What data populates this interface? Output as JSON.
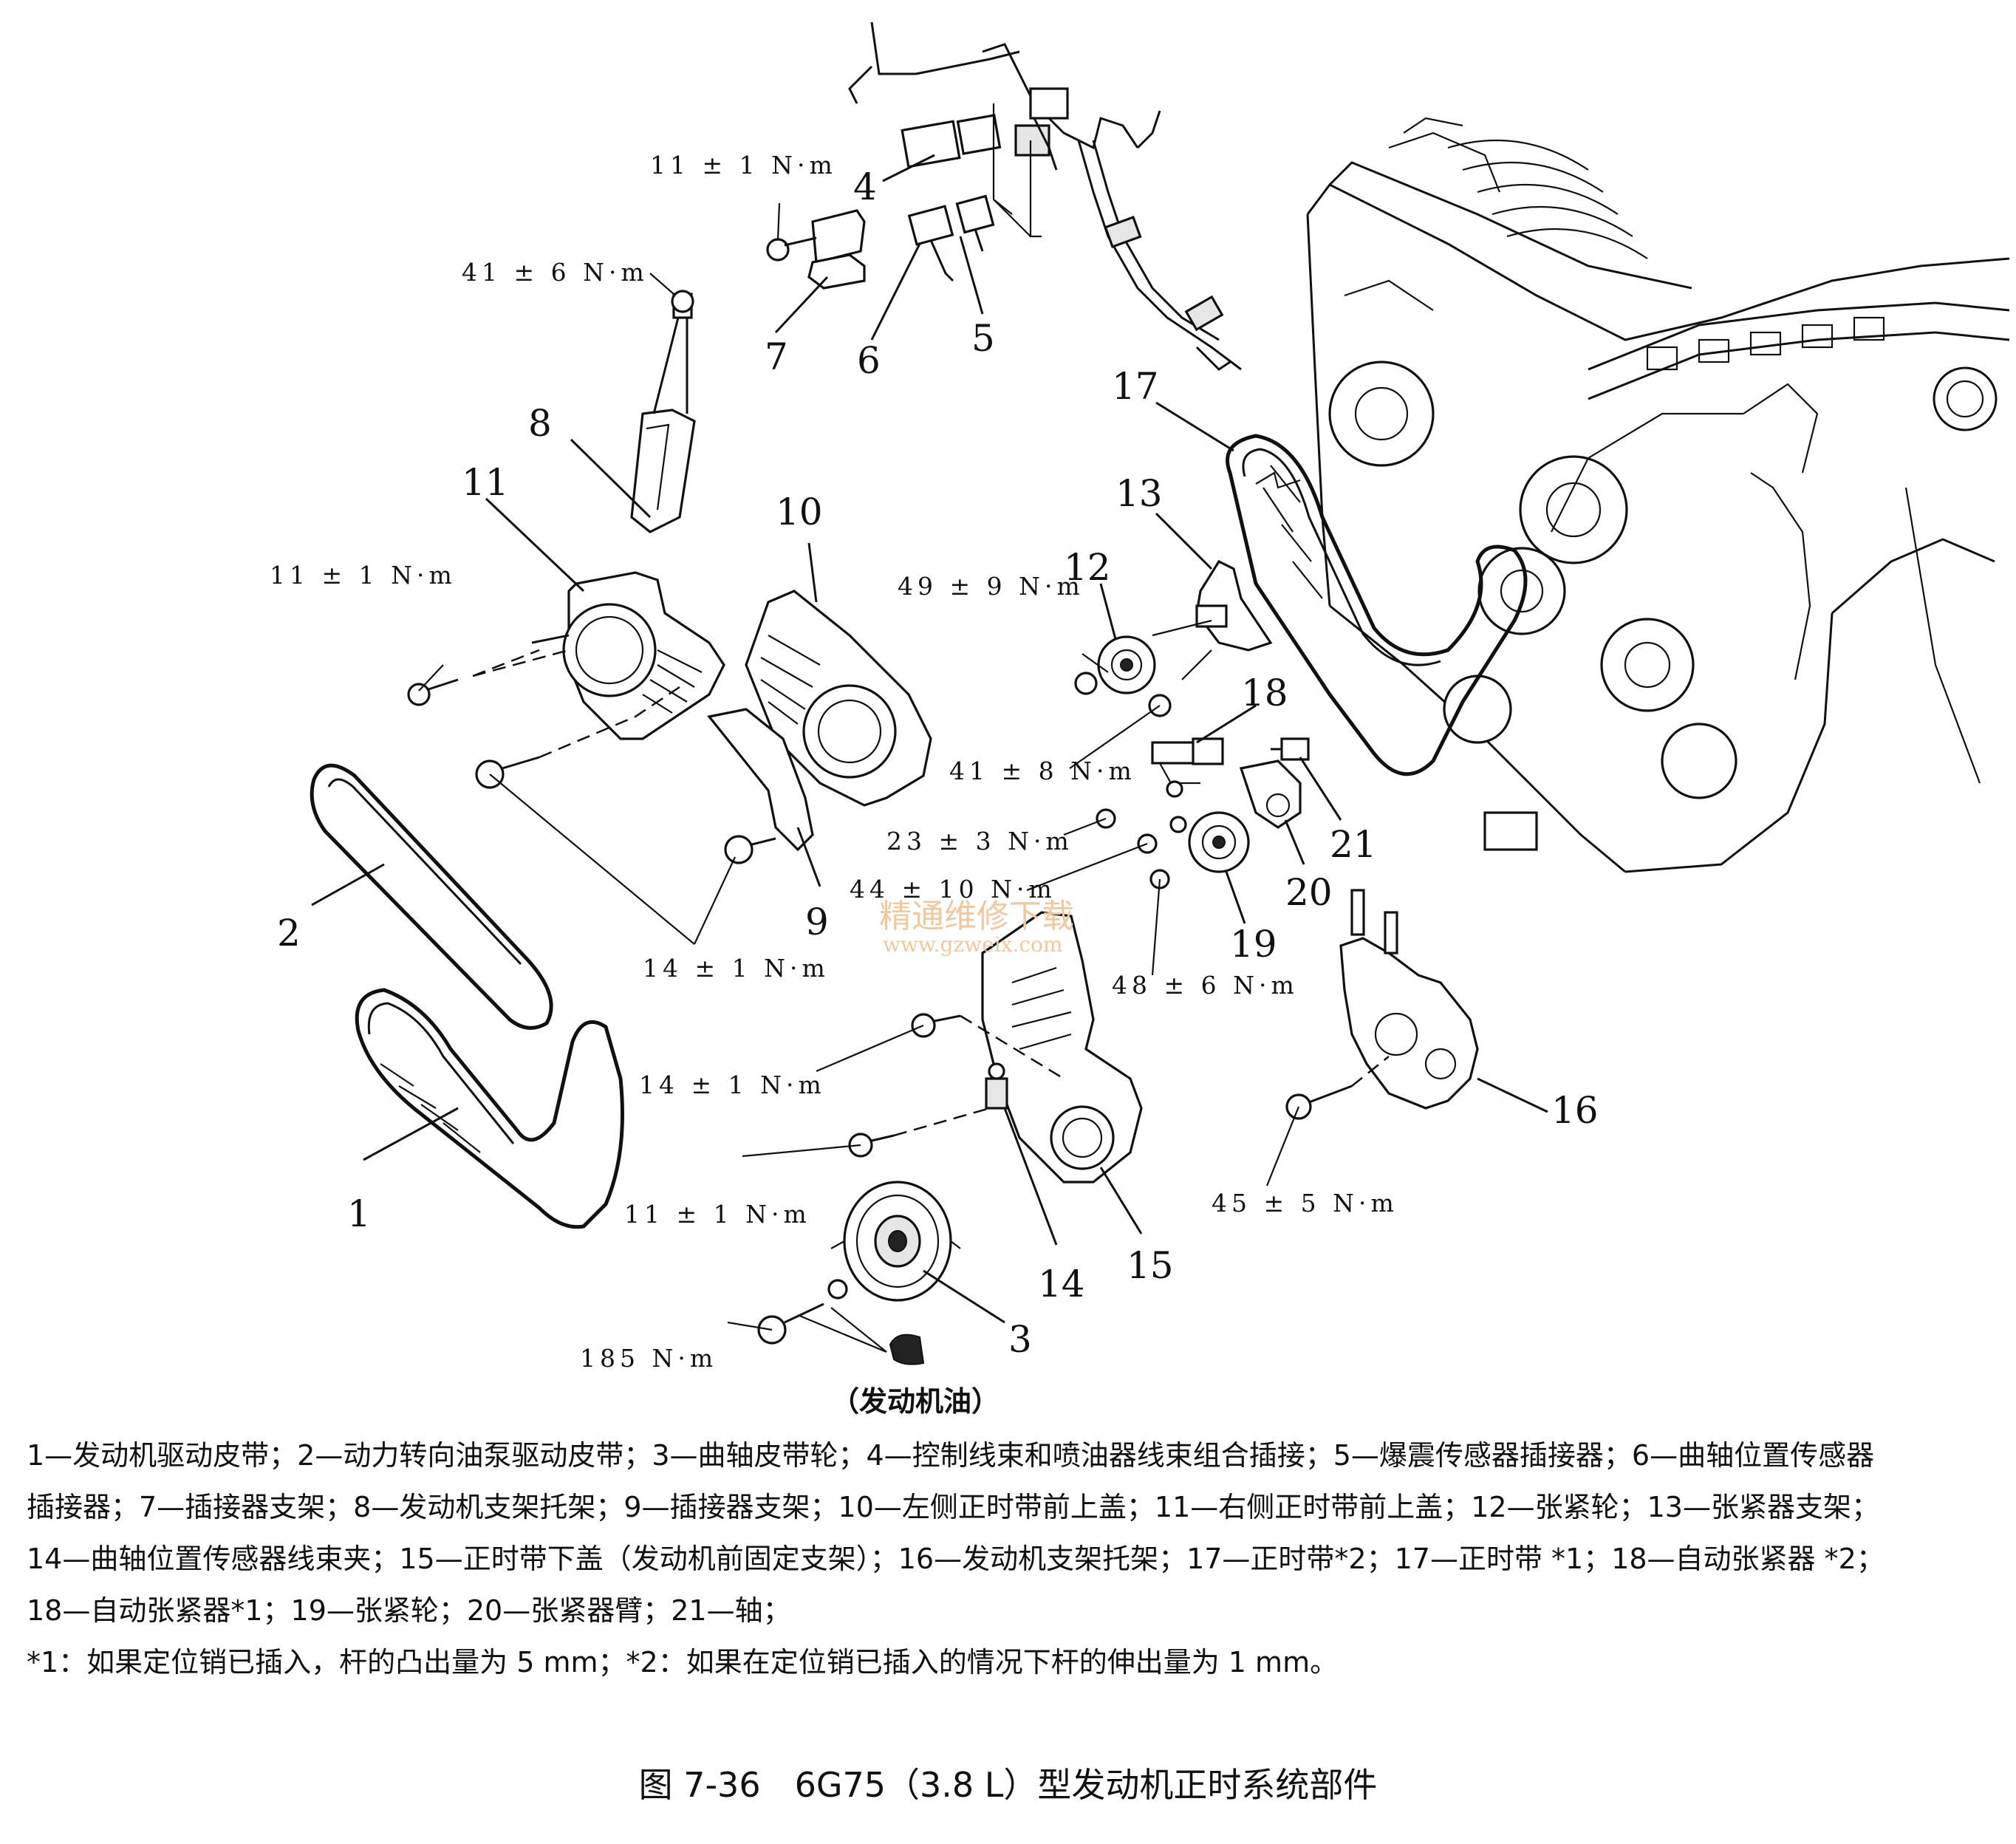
{
  "callouts": [
    "1",
    "2",
    "3",
    "4",
    "5",
    "6",
    "7",
    "8",
    "9",
    "10",
    "11",
    "12",
    "13",
    "14",
    "15",
    "16",
    "17",
    "18",
    "19",
    "20",
    "21"
  ],
  "torque": {
    "t7": "11 ± 1 N·m",
    "t8": "41 ± 6 N·m",
    "t11": "11 ± 1 N·m",
    "t12": "49 ± 9 N·m",
    "t18": "41 ± 8 N·m",
    "t21": "23 ± 3 N·m",
    "t19a": "44 ± 10 N·m",
    "t19b": "48 ± 6 N·m",
    "t9": "14 ± 1 N·m",
    "t15a": "14 ± 1 N·m",
    "t15b": "11 ± 1 N·m",
    "t16": "45 ± 5 N·m",
    "t3": "185 N·m"
  },
  "oil_note": "（发动机油）",
  "watermark": {
    "line1": "精通维修下载",
    "line2": "www.gzweix.com"
  },
  "legend": [
    "1—发动机驱动皮带；2—动力转向油泵驱动皮带；3—曲轴皮带轮；4—控制线束和喷油器线束组合插接；5—爆震传感器插接器；6—曲轴位置传感器",
    "插接器；7—插接器支架；8—发动机支架托架；9—插接器支架；10—左侧正时带前上盖；11—右侧正时带前上盖；12—张紧轮；13—张紧器支架；",
    "14—曲轴位置传感器线束夹；15—正时带下盖（发动机前固定支架）；16—发动机支架托架；17—正时带*2；17—正时带 *1；18—自动张紧器 *2；",
    "18—自动张紧器*1；19—张紧轮；20—张紧器臂；21—轴；",
    "*1：如果定位销已插入，杆的凸出量为 5 mm；*2：如果在定位销已插入的情况下杆的伸出量为 1 mm。"
  ],
  "figure_title": "图 7-36　6G75（3.8 L）型发动机正时系统部件"
}
